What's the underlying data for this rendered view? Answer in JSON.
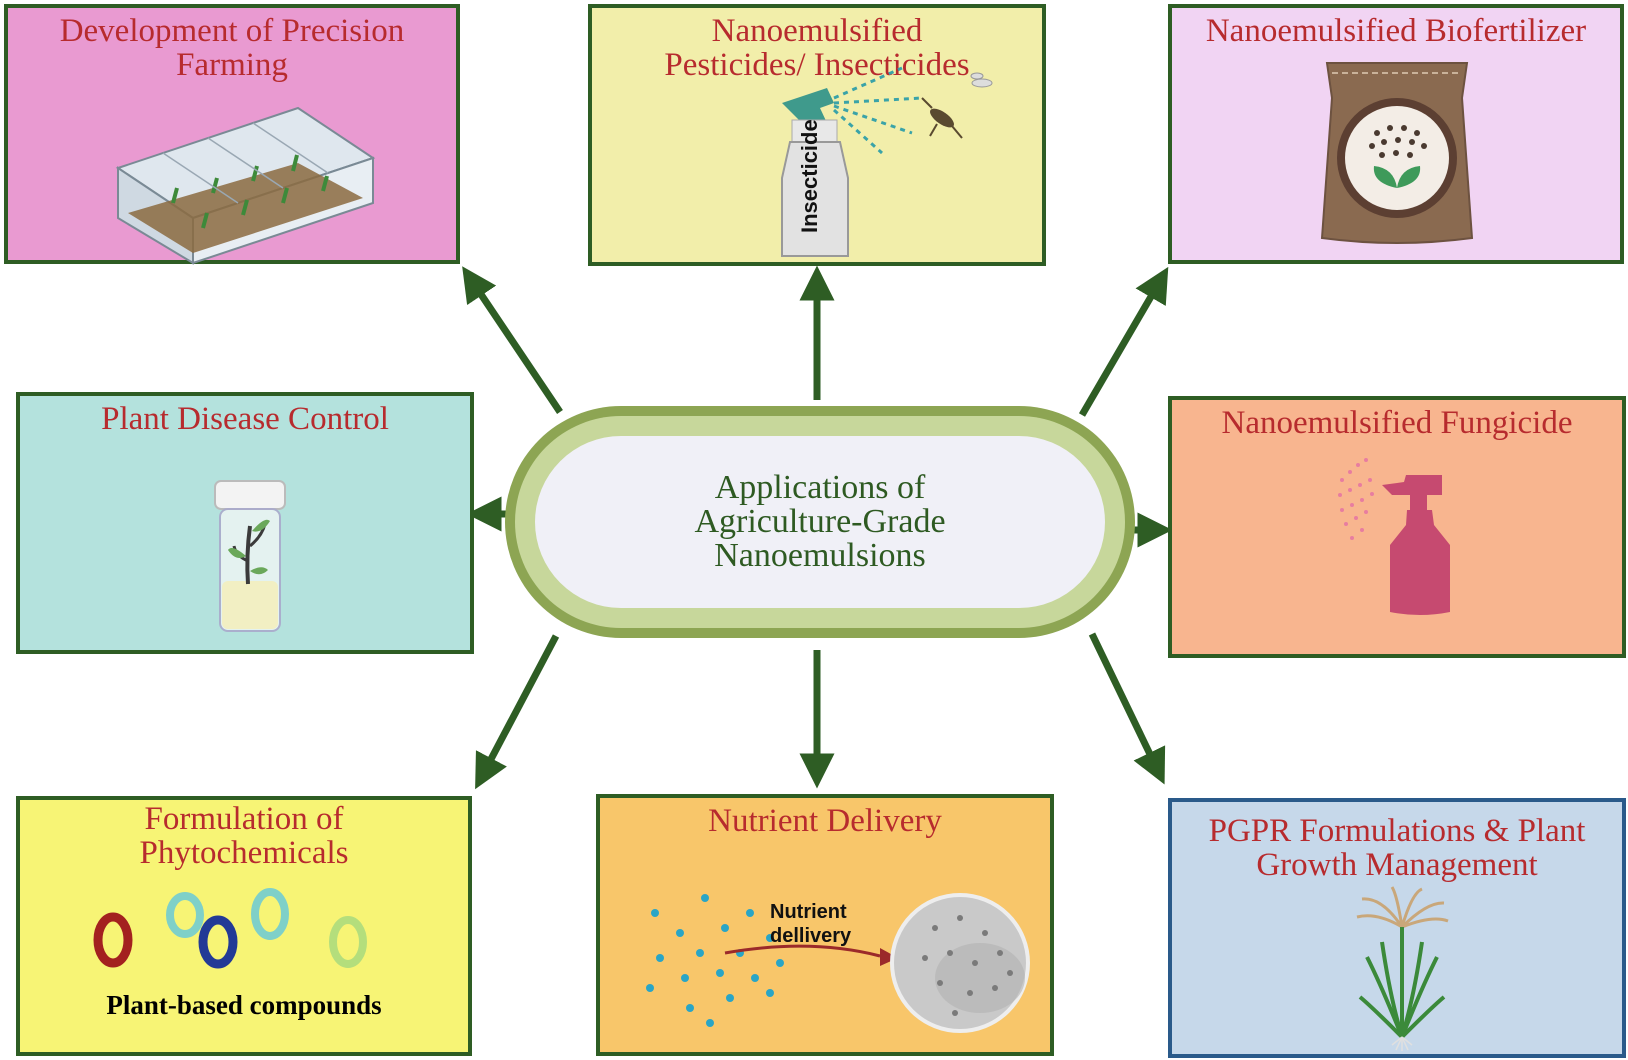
{
  "center": {
    "title": "Applications of Agriculture-Grade Nanoemulsions"
  },
  "boxes": {
    "precision_farming": {
      "title": "Development of Precision Farming",
      "color": "#e99ad1"
    },
    "pesticides": {
      "title": "Nanoemulsified Pesticides/ Insecticides",
      "bottle_label": "Insecticide",
      "color": "#f2eeaa"
    },
    "biofertilizer": {
      "title": "Nanoemulsified Biofertilizer",
      "color": "#f1d4f3"
    },
    "disease_control": {
      "title": "Plant Disease Control",
      "color": "#b4e2dd"
    },
    "fungicide": {
      "title": "Nanoemulsified Fungicide",
      "color": "#f8b58f"
    },
    "phytochemicals": {
      "title": "Formulation of Phytochemicals",
      "caption": "Plant-based compounds",
      "color": "#f7f475"
    },
    "nutrient": {
      "title": "Nutrient Delivery",
      "arrow_label": "Nutrient dellivery",
      "color": "#f8c66a"
    },
    "pgpr": {
      "title": "PGPR Formulations & Plant Growth Management",
      "color": "#c6d8ea"
    }
  },
  "colors": {
    "arrow": "#2e5d24",
    "title_text": "#b72b2e",
    "center_text": "#2e5a22"
  }
}
